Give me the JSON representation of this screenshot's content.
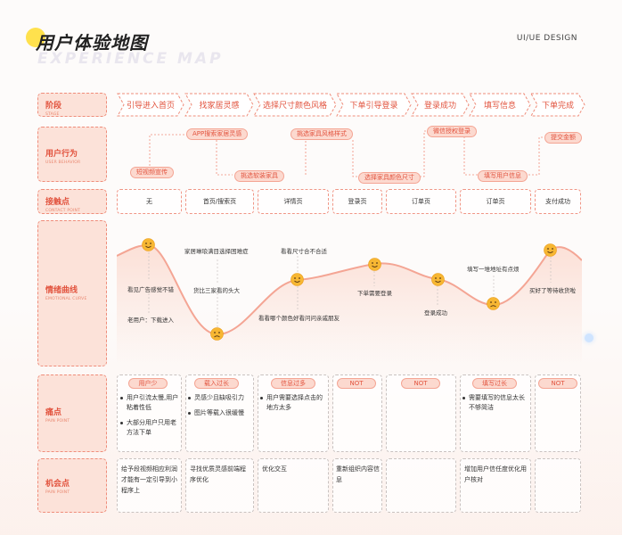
{
  "header": {
    "title": "用户体验地图",
    "title_shadow": "EXPERIENCE MAP",
    "brand": "UI/UE DESIGN"
  },
  "rows": {
    "stage": {
      "cn": "阶段",
      "en": "STAGE"
    },
    "behavior": {
      "cn": "用户行为",
      "en": "USER BEHAVIOR"
    },
    "contact": {
      "cn": "接触点",
      "en": "CONTACT POINT"
    },
    "emotion": {
      "cn": "情绪曲线",
      "en": "EMOTIONAL CURVE"
    },
    "pain": {
      "cn": "痛点",
      "en": "PAIN POINT"
    },
    "opportunity": {
      "cn": "机会点",
      "en": "PAIN POINT"
    }
  },
  "stages": [
    "引导进入首页",
    "找家居灵感",
    "选择尺寸颜色风格",
    "下单引导登录",
    "登录成功",
    "填写信息",
    "下单完成"
  ],
  "behaviors": [
    "短视频宣传",
    "APP搜索家居灵感",
    "挑选软装家具",
    "挑选家具风格样式",
    "选择家具颜色尺寸",
    "微信授权登录",
    "填写用户信息",
    "提交金额"
  ],
  "contact_points": [
    "无",
    "首页/搜索页",
    "详情页",
    "登录页",
    "订单页",
    "订单页",
    "支付成功"
  ],
  "emotion_labels": [
    "看见广告感觉不错",
    "老用户：下载进入",
    "家居琳琅满目选择困难症",
    "货比三家看的头大",
    "看看尺寸合不合适",
    "看看哪个颜色好看问问亲戚朋友",
    "下单需要登录",
    "登录成功",
    "填写一堆地址有点烦",
    "买好了等待收货啦"
  ],
  "pain_tags": [
    "用户少",
    "载入过长",
    "信息过多",
    "NOT",
    "NOT",
    "填写过长",
    "NOT"
  ],
  "pain_points": [
    [
      "用户引流太慢,用户粘着性低",
      "大部分用户只用老方法下单"
    ],
    [
      "灵感少且缺吸引力",
      "图片等载入很缓慢"
    ],
    [
      "用户需要选择点击的地方太多"
    ],
    [],
    [],
    [
      "需要填写的信息太长不够简洁"
    ],
    []
  ],
  "opportunities": [
    "给予段视频相应利润才能有一定引导到小程序上",
    "寻找优质灵感前端程序优化",
    "优化交互",
    "重新组织内容信息",
    "",
    "增加用户信任度优化用户核对",
    ""
  ],
  "colors": {
    "accent": "#e2543f",
    "accent_light": "#fce2d9",
    "dash": "#ef8d7b",
    "face": "#f7b733"
  },
  "icons": [
    "happy-face-icon",
    "sad-face-icon"
  ]
}
